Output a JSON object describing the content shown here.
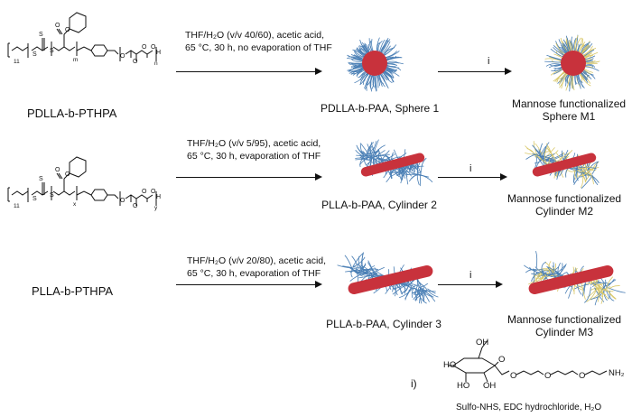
{
  "polymers": {
    "top_name": "PDLLA-b-PTHPA",
    "bottom_name": "PLLA-b-PTHPA",
    "top_repeat_subscripts": [
      "11",
      "m",
      "n"
    ],
    "bottom_repeat_subscripts": [
      "11",
      "x",
      "y"
    ]
  },
  "reactions": [
    {
      "condition_line1": "THF/H₂O (v/v 40/60), acetic acid,",
      "condition_line2": "65 °C, 30 h, no evaporation of THF",
      "product": "PDLLA-b-PAA, Sphere 1",
      "functionalized_line1": "Mannose functionalized",
      "functionalized_line2": "Sphere M1"
    },
    {
      "condition_line1": "THF/H₂O (v/v 5/95), acetic acid,",
      "condition_line2": "65 °C, 30 h, evaporation of THF",
      "product": "PLLA-b-PAA, Cylinder 2",
      "functionalized_line1": "Mannose functionalized",
      "functionalized_line2": "Cylinder M2"
    },
    {
      "condition_line1": "THF/H₂O (v/v 20/80), acetic acid,",
      "condition_line2": "65 °C, 30 h, evaporation of THF",
      "product": "PLLA-b-PAA, Cylinder 3",
      "functionalized_line1": "Mannose functionalized",
      "functionalized_line2": "Cylinder M3"
    }
  ],
  "step_i": {
    "arrow_label": "i",
    "key_label": "i)",
    "reagents": "Sulfo-NHS, EDC hydrochloride, H₂O",
    "atom_labels": [
      "OH",
      "HO",
      "HO",
      "OH",
      "O",
      "O",
      "O",
      "O",
      "NH₂"
    ]
  },
  "colors": {
    "core": "#c8323c",
    "corona": "#4a7fb5",
    "mannose_tips": "#d9c86a"
  }
}
